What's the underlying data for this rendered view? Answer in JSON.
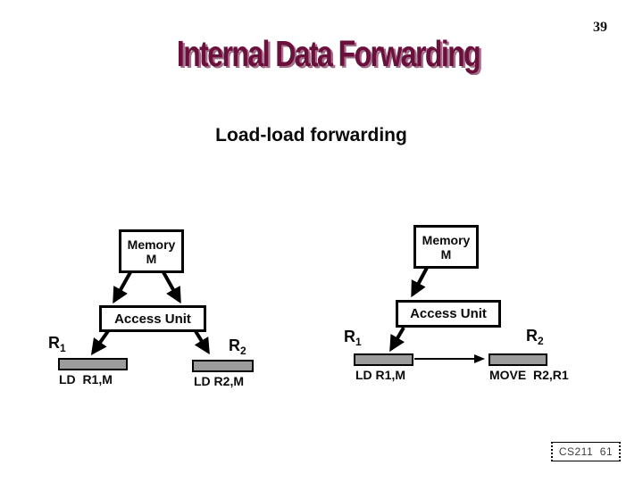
{
  "slide": {
    "page_number": "39",
    "title": "Internal Data Forwarding",
    "subtitle": "Load-load forwarding",
    "footer": "CS211  61",
    "colors": {
      "title": "#6b0f3c",
      "title_shadow": "#9e7389",
      "bar_fill": "#9c9c9c",
      "box_border": "#000000",
      "footer_text": "#3d3d3d"
    }
  },
  "diagrams": {
    "left": {
      "memory_line1": "Memory",
      "memory_line2": "M",
      "access_unit": "Access Unit",
      "r1": {
        "base": "R",
        "sub": "1"
      },
      "r2": {
        "base": "R",
        "sub": "2"
      },
      "instr1": "LD  R1,M",
      "instr2": "LD R2,M"
    },
    "right": {
      "memory_line1": "Memory",
      "memory_line2": "M",
      "access_unit": "Access Unit",
      "r1": {
        "base": "R",
        "sub": "1"
      },
      "r2": {
        "base": "R",
        "sub": "2"
      },
      "instr1": "LD R1,M",
      "instr2": "MOVE  R2,R1"
    }
  }
}
